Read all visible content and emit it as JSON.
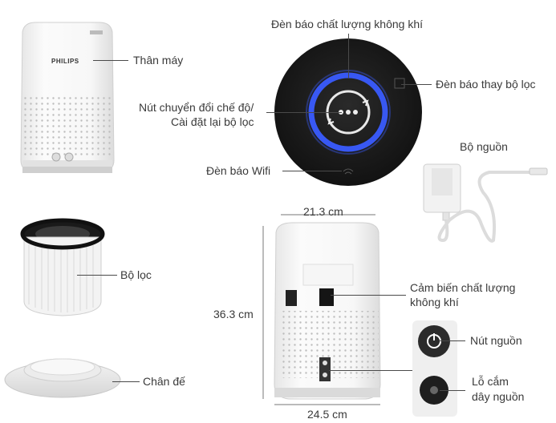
{
  "labels": {
    "body": "Thân máy",
    "air_quality_indicator": "Đèn báo chất lượng không khí",
    "filter_change_indicator": "Đèn báo thay bộ lọc",
    "mode_button_line1": "Nút chuyển đổi chế độ/",
    "mode_button_line2": "Cài đặt lại bộ lọc",
    "wifi_indicator": "Đèn báo Wifi",
    "power_adapter": "Bộ nguồn",
    "filter": "Bộ lọc",
    "base": "Chân đế",
    "air_sensor_line1": "Cảm biến chất lượng",
    "air_sensor_line2": "không khí",
    "power_button": "Nút nguồn",
    "power_socket_line1": "Lỗ cắm",
    "power_socket_line2": "dây nguồn"
  },
  "dimensions": {
    "top_width": "21.3 cm",
    "height": "36.3 cm",
    "bottom_width": "24.5 cm"
  },
  "brand": "PHILIPS",
  "colors": {
    "accent_blue": "#3a5cff",
    "panel_dark": "#1c1c1c",
    "device_white": "#f4f4f4"
  }
}
